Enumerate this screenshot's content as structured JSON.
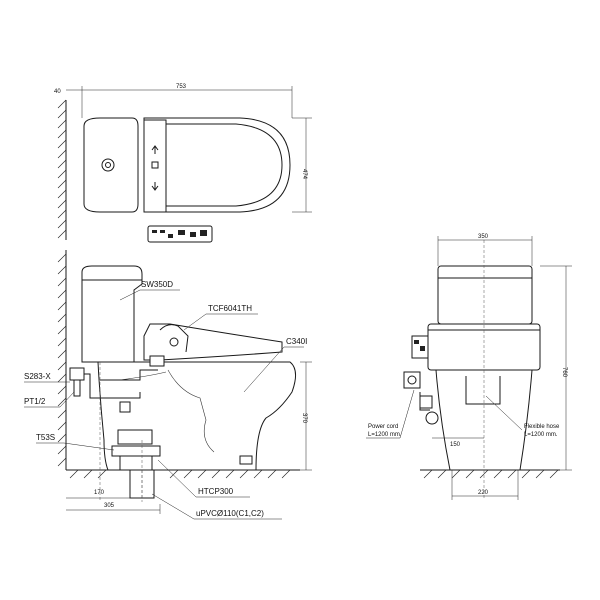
{
  "top_view": {
    "dim_wall_offset": "40",
    "dim_overall_length": "753",
    "dim_width": "474"
  },
  "side_view": {
    "labels": {
      "tank": "SW350D",
      "seat": "TCF6041TH",
      "bowl": "C340I",
      "stop_valve": "S283-X",
      "pipe_thread": "PT1/2",
      "supply_pipe": "T53S",
      "flange": "HTCP300",
      "drain_pipe": "uPVCØ110(C1,C2)"
    },
    "dim_bowl_height": "370",
    "dim_outlet_from_wall": "170",
    "dim_supply_from_wall": "305"
  },
  "front_view": {
    "dim_tank_width": "350",
    "dim_total_height": "760",
    "dim_outlet_offset": "150",
    "dim_base_width": "220",
    "power_cord_title": "Power cord",
    "power_cord_length": "L=1200 mm.",
    "hose_title": "Flexible hose",
    "hose_length": "L=1200 mm."
  }
}
